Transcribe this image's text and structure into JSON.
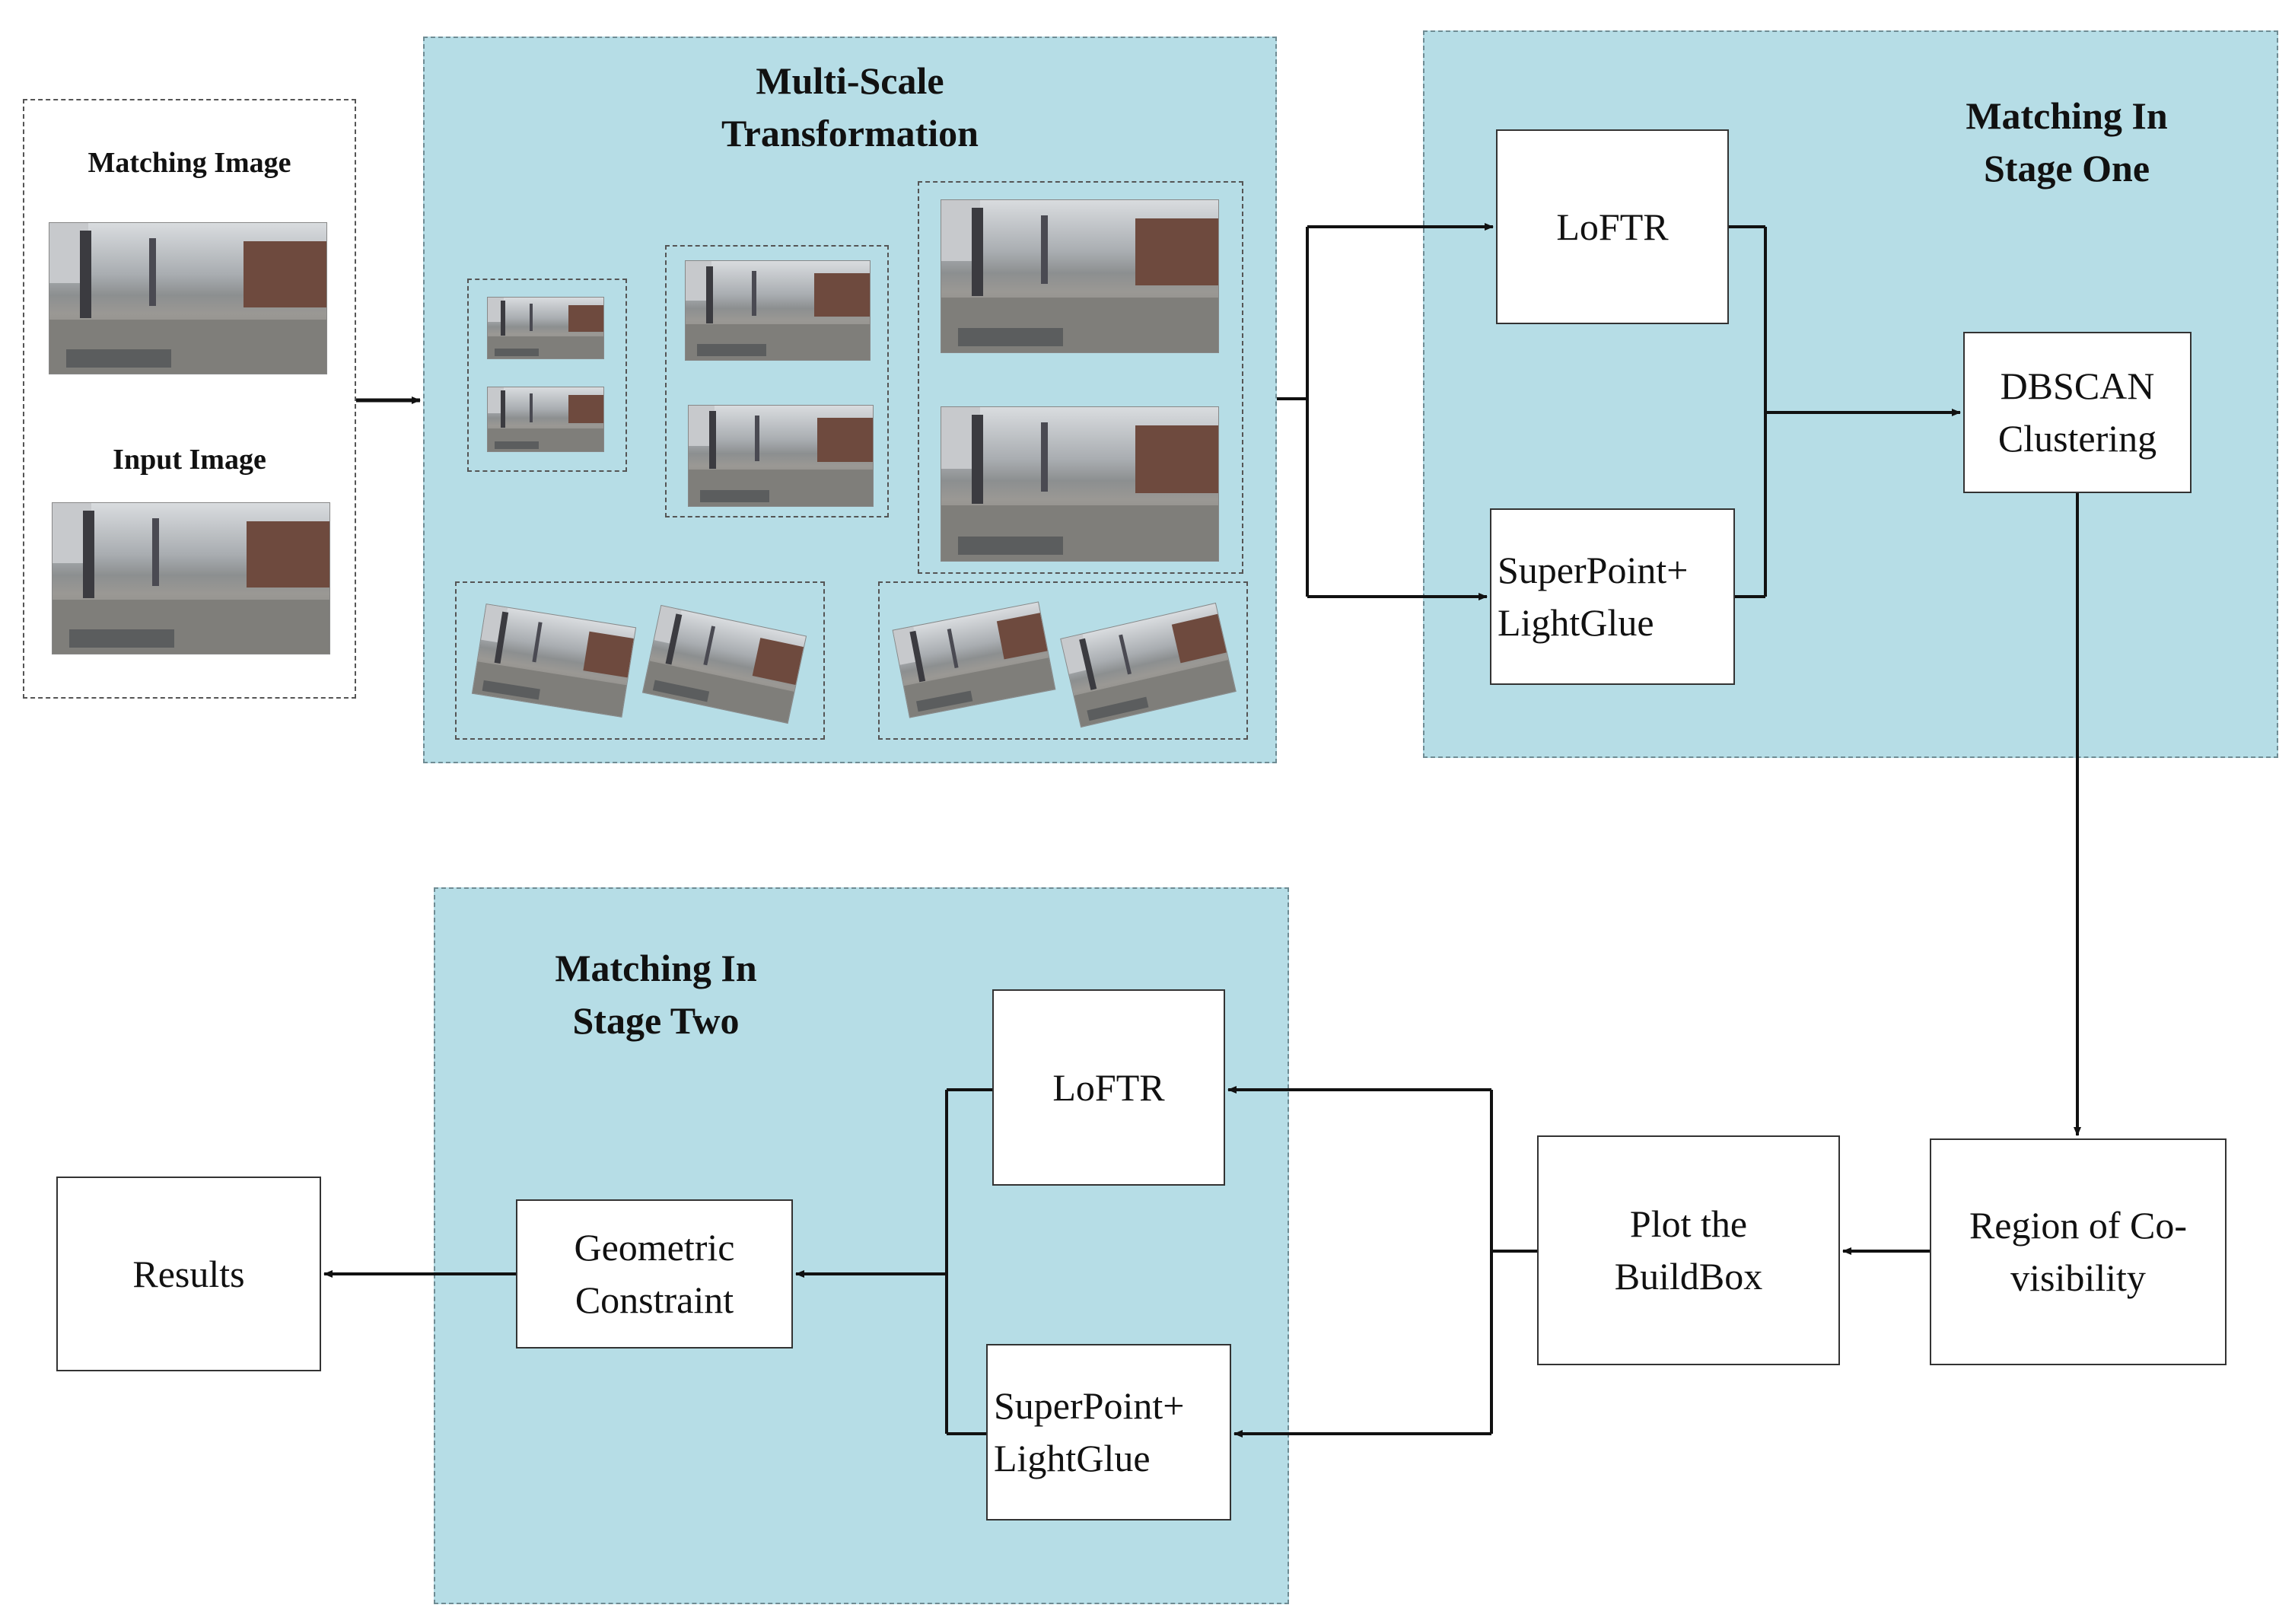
{
  "input_panel": {
    "matching_image_label": "Matching Image",
    "input_image_label": "Input Image"
  },
  "multi_scale": {
    "title_line1": "Multi-Scale",
    "title_line2": "Transformation"
  },
  "stage_one": {
    "title_line1": "Matching In",
    "title_line2": "Stage One",
    "loftr": "LoFTR",
    "superpoint_line1": "SuperPoint+",
    "superpoint_line2": "LightGlue",
    "dbscan_line1": "DBSCAN",
    "dbscan_line2": "Clustering"
  },
  "stage_two": {
    "title_line1": "Matching In",
    "title_line2": "Stage Two",
    "loftr": "LoFTR",
    "superpoint_line1": "SuperPoint+",
    "superpoint_line2": "LightGlue",
    "geometric_line1": "Geometric",
    "geometric_line2": "Constraint"
  },
  "buildbox": {
    "line1": "Plot the",
    "line2": "BuildBox"
  },
  "covisibility": {
    "line1": "Region of Co-",
    "line2": "visibility"
  },
  "results": "Results",
  "colors": {
    "region_fill": "#b6dde6",
    "arrow": "#111111"
  }
}
